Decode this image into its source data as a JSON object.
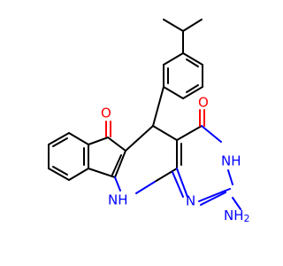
{
  "molecule": {
    "colors": {
      "carbon_bond": "#000000",
      "oxygen": "#ff0000",
      "nitrogen": "#0000ff",
      "background": "#ffffff"
    },
    "atom_labels": {
      "ketone_oxygen": "O",
      "amide_oxygen": "O",
      "ring_nh": "NH",
      "ring_nh_lower": "NH",
      "ring_n": "N",
      "amino_group": "NH2"
    }
  }
}
